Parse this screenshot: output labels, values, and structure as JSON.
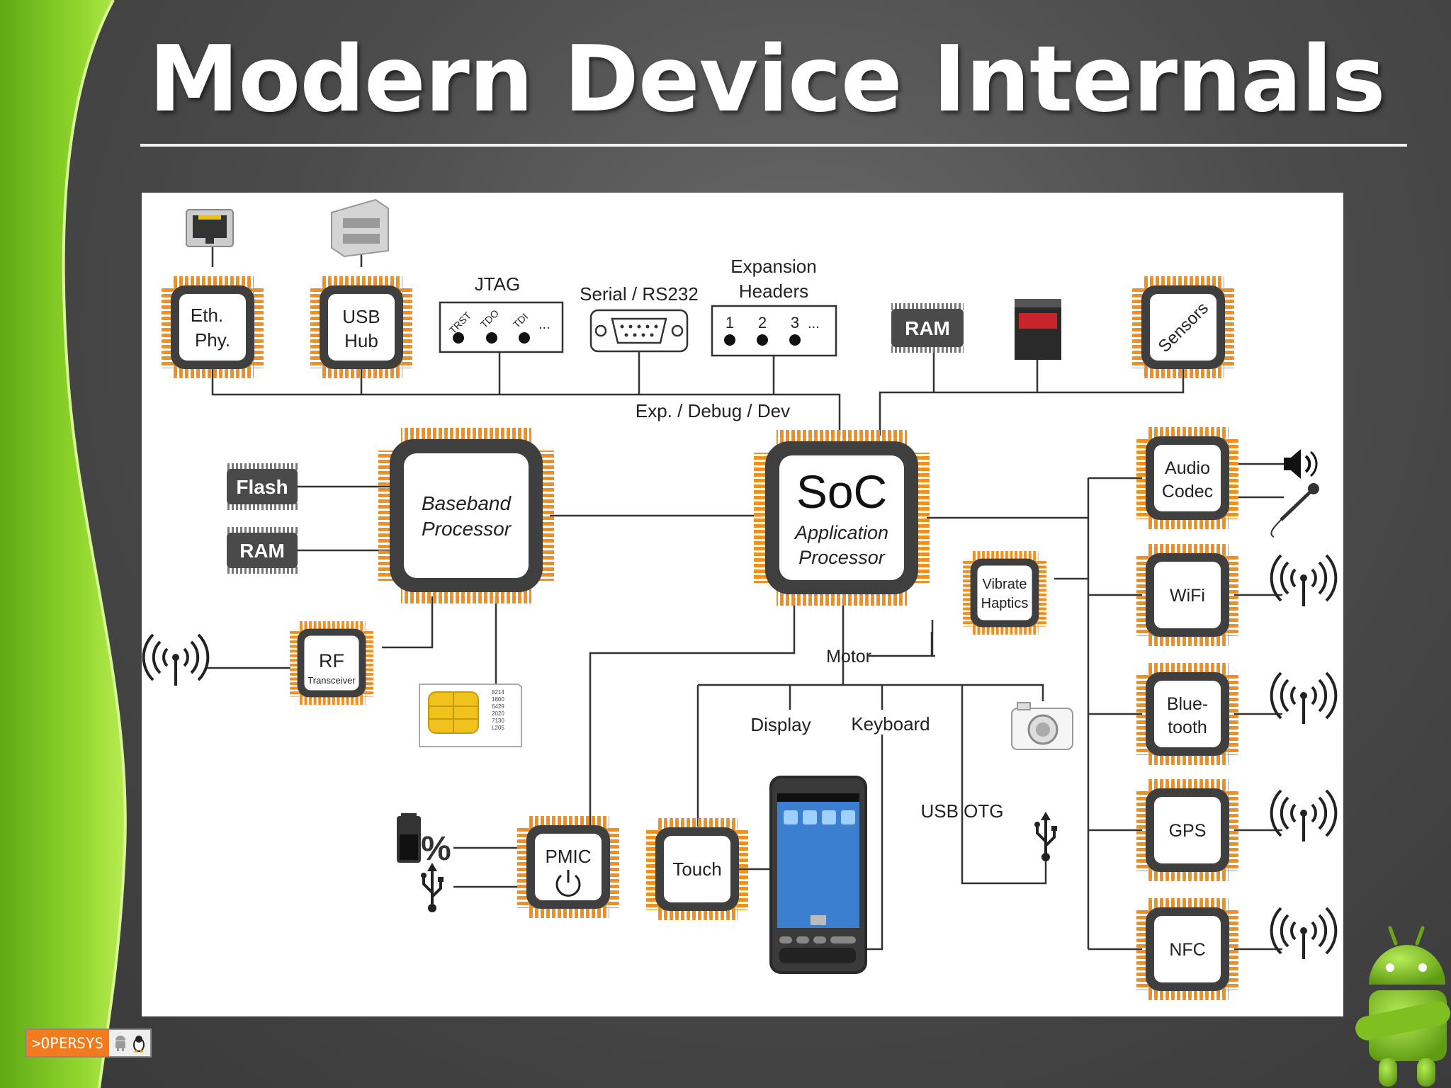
{
  "slide": {
    "title": "Modern Device Internals",
    "logo_text": ">OPERSYS",
    "colors": {
      "accent_green": "#7cc520",
      "chip_pins": "#f18f1c",
      "chip_body": "#3d3d3d",
      "background": "#4a4a4a"
    }
  },
  "diagram": {
    "soc": {
      "title": "SoC",
      "subtitle_line1": "Application",
      "subtitle_line2": "Processor"
    },
    "baseband": {
      "line1": "Baseband",
      "line2": "Processor"
    },
    "eth": {
      "line1": "Eth.",
      "line2": "Phy."
    },
    "usb_hub": {
      "line1": "USB",
      "line2": "Hub"
    },
    "jtag": {
      "title": "JTAG",
      "pins": [
        "TRST",
        "TDO",
        "TDI"
      ],
      "more": "..."
    },
    "serial": {
      "label": "Serial / RS232"
    },
    "expansion": {
      "line1": "Expansion",
      "line2": "Headers",
      "pins": [
        "1",
        "2",
        "3"
      ],
      "more": "..."
    },
    "ram_top": "RAM",
    "sensors": "Sensors",
    "bus_label": "Exp. / Debug / Dev",
    "flash": "Flash",
    "ram_left": "RAM",
    "rf": {
      "line1": "RF",
      "line2": "Transceiver"
    },
    "sim_digits": [
      "8214",
      "1800",
      "6429",
      "2020",
      "7130",
      "L205"
    ],
    "audio": {
      "line1": "Audio",
      "line2": "Codec"
    },
    "vibrate": {
      "line1": "Vibrate",
      "line2": "Haptics"
    },
    "motor": "Motor",
    "wifi": "WiFi",
    "bluetooth": {
      "line1": "Blue-",
      "line2": "tooth"
    },
    "gps": "GPS",
    "nfc": "NFC",
    "display": "Display",
    "keyboard": "Keyboard",
    "usb_otg": "USB OTG",
    "pmic": "PMIC",
    "touch": "Touch",
    "battery_symbol": "%"
  }
}
